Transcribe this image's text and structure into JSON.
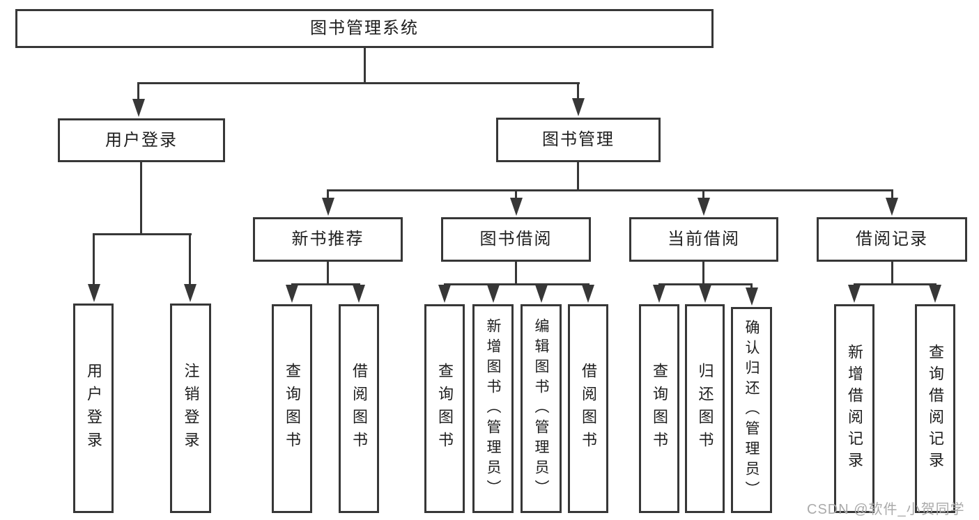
{
  "nodes": {
    "root": {
      "label": "图书管理系统"
    },
    "user_login": {
      "label": "用户登录"
    },
    "book_management": {
      "label": "图书管理"
    },
    "new_book_recommend": {
      "label": "新书推荐"
    },
    "book_borrow": {
      "label": "图书借阅"
    },
    "current_borrow": {
      "label": "当前借阅"
    },
    "borrow_records": {
      "label": "借阅记录"
    },
    "leaf_user_login": {
      "label": "用户登录"
    },
    "leaf_logout": {
      "label": "注销登录"
    },
    "leaf_nb_query": {
      "label": "查询图书"
    },
    "leaf_nb_borrow": {
      "label": "借阅图书"
    },
    "leaf_bb_query": {
      "label": "查询图书"
    },
    "leaf_bb_add": {
      "label": "新增图书（管理员）"
    },
    "leaf_bb_edit": {
      "label": "编辑图书（管理员）"
    },
    "leaf_bb_borrow": {
      "label": "借阅图书"
    },
    "leaf_cb_query": {
      "label": "查询图书"
    },
    "leaf_cb_return": {
      "label": "归还图书"
    },
    "leaf_cb_confirm": {
      "label": "确认归还（管理员）"
    },
    "leaf_br_add": {
      "label": "新增借阅记录"
    },
    "leaf_br_query": {
      "label": "查询借阅记录"
    }
  },
  "watermark": {
    "text": "CSDN @软件_小贺同学"
  },
  "colors": {
    "line": "#373737",
    "text": "#1e1e1e",
    "background": "#ffffff",
    "watermark": "#aaaaaa"
  }
}
